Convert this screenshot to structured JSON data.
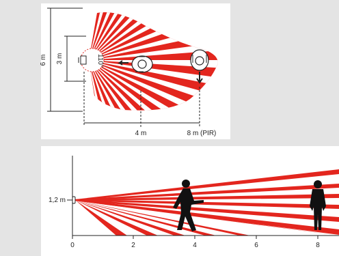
{
  "top_view": {
    "height_outer": "6 m",
    "height_inner": "3 m",
    "angle": "110°",
    "dist_mid": "4 m",
    "dist_far": "8 m (PIR)"
  },
  "side_view": {
    "mount_height": "1,2 m",
    "x_ticks": [
      "0",
      "2",
      "4",
      "6",
      "8"
    ]
  },
  "colors": {
    "red": "#e3261e",
    "panel": "#ffffff",
    "background": "#e4e4e4",
    "line": "#222222"
  }
}
